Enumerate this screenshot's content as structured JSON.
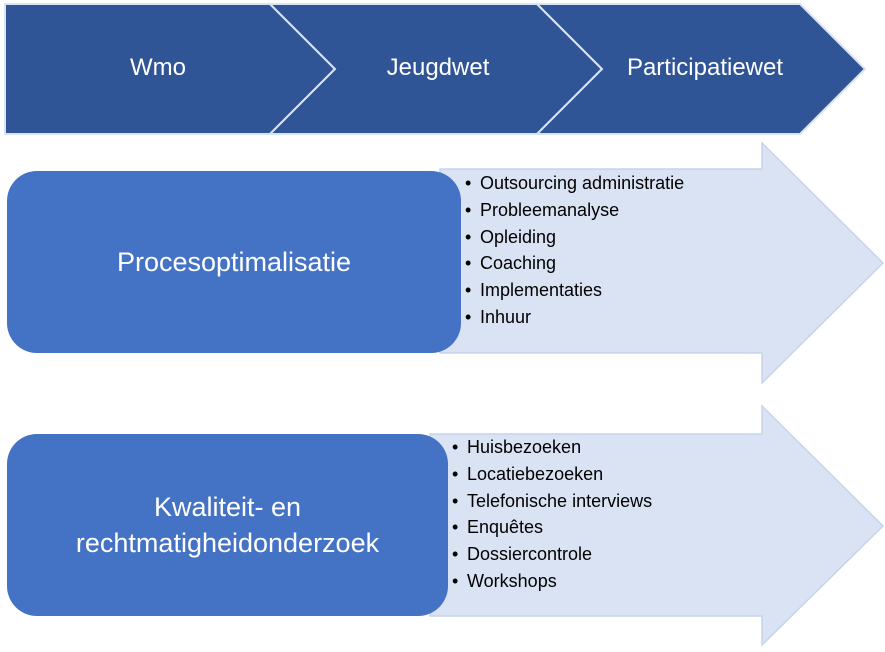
{
  "colors": {
    "chevron_fill": "#2f5597",
    "chevron_stroke": "#dae3f3",
    "box_fill": "#4472c4",
    "arrow_fill": "#dae3f3",
    "arrow_stroke": "#c5d3ec",
    "list_text": "#000000"
  },
  "process": {
    "steps": [
      "Wmo",
      "Jeugdwet",
      "Participatiewet"
    ]
  },
  "rows": [
    {
      "title_lines": [
        "Procesoptimalisatie"
      ],
      "items": [
        "Outsourcing administratie",
        "Probleemanalyse",
        "Opleiding",
        "Coaching",
        "Implementaties",
        "Inhuur"
      ]
    },
    {
      "title_lines": [
        "Kwaliteit- en",
        "rechtmatigheidonderzoek"
      ],
      "items": [
        "Huisbezoeken",
        "Locatiebezoeken",
        "Telefonische interviews",
        "Enquêtes",
        "Dossiercontrole",
        "Workshops"
      ]
    }
  ]
}
